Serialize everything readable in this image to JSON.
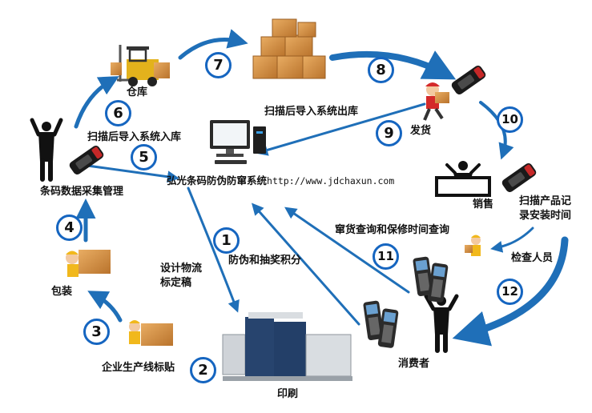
{
  "colors": {
    "arrow": "#1f6fb8",
    "step_ring": "#1565c0",
    "box": "#d18b3d",
    "printer": "#27446e"
  },
  "steps": {
    "s1": "1",
    "s2": "2",
    "s3": "3",
    "s4": "4",
    "s5": "5",
    "s6": "6",
    "s7": "7",
    "s8": "8",
    "s9": "9",
    "s10": "10",
    "s11": "11",
    "s12": "12"
  },
  "labels": {
    "warehouse": "仓库",
    "scan_in": "扫描后导入系统入库",
    "scan_out": "扫描后导入系统出库",
    "ship": "发货",
    "sales": "销售",
    "scan_install_1": "扫描产品记",
    "scan_install_2": "录安装时间",
    "inspector": "检查人员",
    "collect": "条码数据采集管理",
    "system_name": "弘光条码防伪防窜系统",
    "system_url": "http://www.jdchaxun.com",
    "package": "包装",
    "design_1": "设计物流",
    "design_2": "标定稿",
    "anti_fake": "防伪和抽奖积分",
    "query": "窜货查询和保修时间查询",
    "labeling": "企业生产线标贴",
    "printing": "印刷",
    "consumer": "消费者"
  },
  "icons": [
    "forklift-icon",
    "boxes-icon",
    "delivery-man-icon",
    "handheld-scanner-icon",
    "computer-icon",
    "person-icon",
    "worker-box-icon",
    "sales-counter-icon",
    "printer-icon",
    "pda-icon"
  ]
}
